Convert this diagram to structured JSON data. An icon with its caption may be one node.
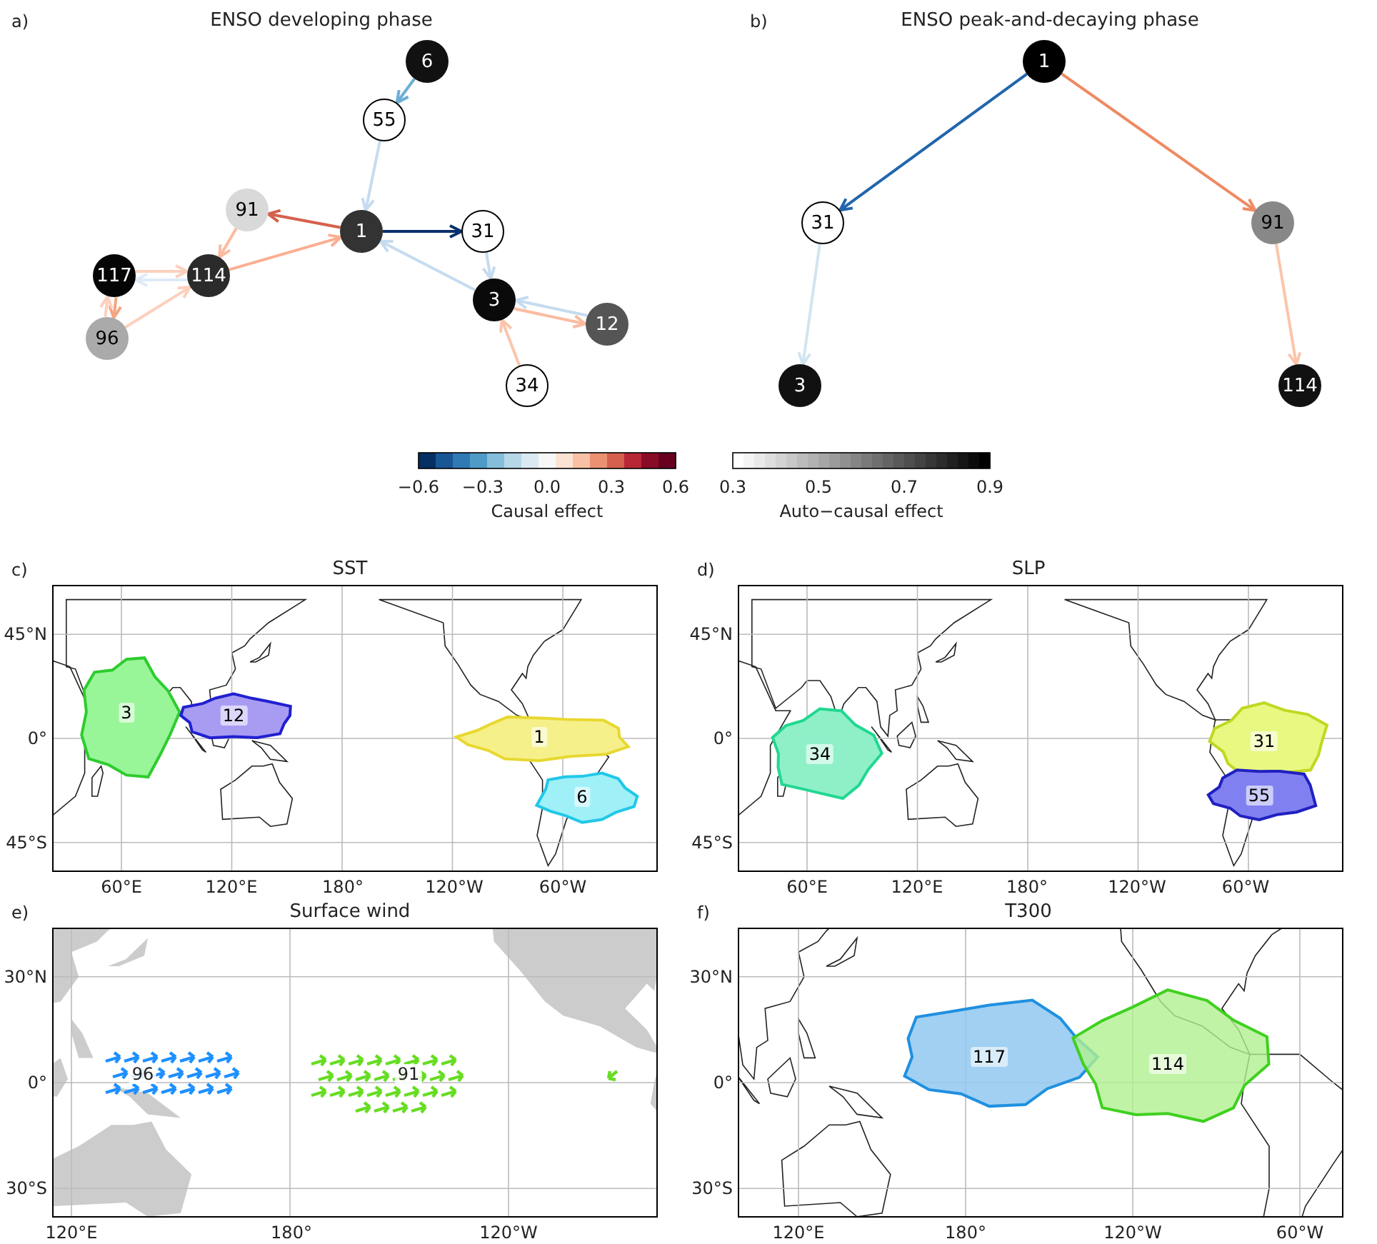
{
  "diagram": {
    "nodes": [
      {
        "text": [
          "6"
        ]
      },
      {
        "text": [
          "55"
        ]
      },
      {
        "text": [
          "91"
        ]
      },
      {
        "text": [
          "1"
        ]
      },
      {
        "text": [
          "31"
        ]
      },
      {
        "text": [
          "117"
        ]
      },
      {
        "text": [
          "114"
        ]
      },
      {
        "text": [
          "3"
        ]
      },
      {
        "text": [
          "12"
        ]
      },
      {
        "text": [
          "96"
        ]
      },
      {
        "text": [
          "34"
        ]
      },
      {
        "text": [
          "1"
        ]
      },
      {
        "text": [
          "31"
        ]
      },
      {
        "text": [
          "91"
        ]
      },
      {
        "text": [
          "3"
        ]
      },
      {
        "text": [
          "114"
        ]
      },
      {
        "text": [
          "3"
        ]
      },
      {
        "text": [
          "12"
        ]
      },
      {
        "text": [
          "1"
        ]
      },
      {
        "text": [
          "6"
        ]
      },
      {
        "text": [
          "34"
        ]
      },
      {
        "text": [
          "31"
        ]
      },
      {
        "text": [
          "55"
        ]
      },
      {
        "text": [
          "117"
        ]
      },
      {
        "text": [
          "114"
        ]
      }
    ],
    "edges": [
      {
        "from": 0,
        "to": 1,
        "arrow": "to",
        "color": "#6baed6"
      },
      {
        "from": 1,
        "to": 3,
        "arrow": "to",
        "color": "#c6dbef"
      },
      {
        "from": 3,
        "to": 2,
        "arrow": "to",
        "color": "#d6604d"
      },
      {
        "from": 3,
        "to": 4,
        "arrow": "to",
        "color": "#08306b"
      },
      {
        "from": 6,
        "to": 3,
        "arrow": "to",
        "color": "#fcae91"
      },
      {
        "from": 2,
        "to": 6,
        "arrow": "to",
        "color": "#fcbba1"
      },
      {
        "from": 4,
        "to": 7,
        "arrow": "to",
        "color": "#c6dbef"
      },
      {
        "from": 7,
        "to": 3,
        "arrow": "to",
        "color": "#c6dbef"
      },
      {
        "from": 7,
        "to": 8,
        "arrow": "to",
        "color": "#fcbba1"
      },
      {
        "from": 8,
        "to": 7,
        "arrow": "to",
        "color": "#c6dbef"
      },
      {
        "from": 10,
        "to": 7,
        "arrow": "to",
        "color": "#fcc5ab"
      },
      {
        "from": 5,
        "to": 6,
        "arrow": "to",
        "color": "#fdd0bd"
      },
      {
        "from": 6,
        "to": 5,
        "arrow": "to",
        "color": "#deebf7"
      },
      {
        "from": 5,
        "to": 9,
        "arrow": "to",
        "color": "#f4a582"
      },
      {
        "from": 9,
        "to": 5,
        "arrow": "to",
        "color": "#fdd0bd"
      },
      {
        "from": 9,
        "to": 6,
        "arrow": "to",
        "color": "#fdd0bd"
      },
      {
        "from": 11,
        "to": 12,
        "arrow": "to",
        "color": "#2166ac"
      },
      {
        "from": 11,
        "to": 13,
        "arrow": "to",
        "color": "#ef8a62"
      },
      {
        "from": 12,
        "to": 14,
        "arrow": "to",
        "color": "#d1e5f0"
      },
      {
        "from": 13,
        "to": 15,
        "arrow": "to",
        "color": "#fcc5ab"
      }
    ],
    "labels": [
      "a)",
      "ENSO developing phase",
      "b)",
      "ENSO peak-and-decaying phase",
      "−0.6",
      "−0.3",
      "0.0",
      "0.3",
      "0.6",
      "Causal effect",
      "0.3",
      "0.5",
      "0.7",
      "0.9",
      "Auto−causal effect",
      "c)",
      "SST",
      "d)",
      "SLP",
      "45°N",
      "0°",
      "45°S",
      "45°N",
      "0°",
      "45°S",
      "60°E",
      "120°E",
      "180°",
      "120°W",
      "60°W",
      "60°E",
      "120°E",
      "180°",
      "120°W",
      "60°W",
      "e)",
      "Surface wind",
      "f)",
      "T300",
      "30°N",
      "0°",
      "30°S",
      "120°E",
      "180°",
      "120°W",
      "96",
      "91",
      "30°N",
      "0°",
      "30°S",
      "120°E",
      "180°",
      "120°W",
      "60°W"
    ]
  }
}
